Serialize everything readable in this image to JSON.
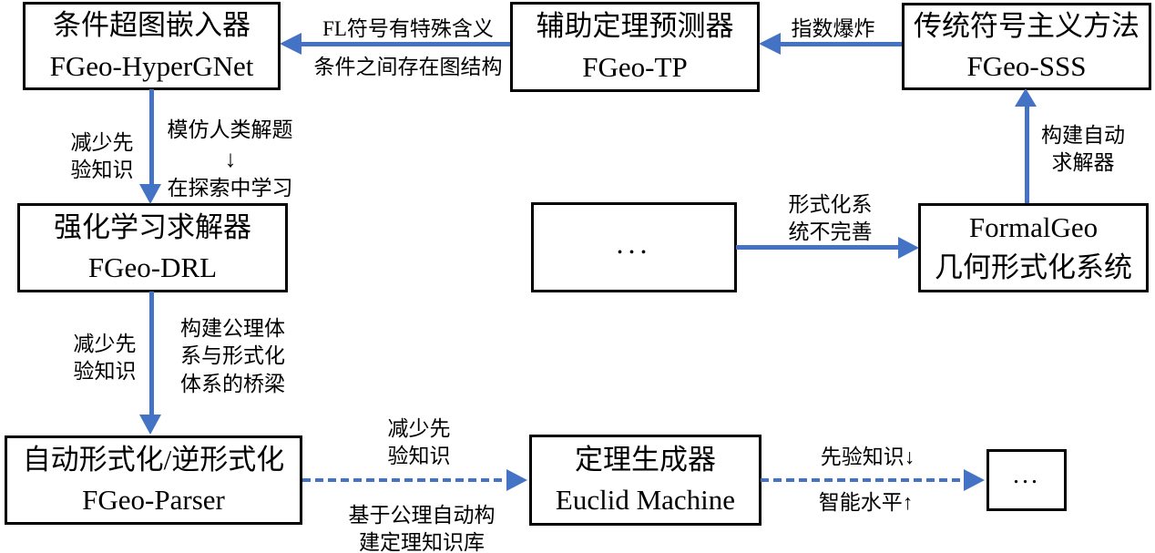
{
  "colors": {
    "accent_blue": "#4472C4",
    "box_border": "#000000",
    "background": "#FFFFFF",
    "text": "#000000"
  },
  "boxes": {
    "hypergnet": {
      "title": "条件超图嵌入器",
      "subtitle": "FGeo-HyperGNet"
    },
    "tp": {
      "title": "辅助定理预测器",
      "subtitle": "FGeo-TP"
    },
    "sss": {
      "title": "传统符号主义方法",
      "subtitle": "FGeo-SSS"
    },
    "drl": {
      "title": "强化学习求解器",
      "subtitle": "FGeo-DRL"
    },
    "ellipsis_mid": {
      "title": "..."
    },
    "formalgeo": {
      "title": "FormalGeo",
      "subtitle": "几何形式化系统"
    },
    "parser": {
      "title": "自动形式化/逆形式化",
      "subtitle": "FGeo-Parser"
    },
    "euclid": {
      "title": "定理生成器",
      "subtitle": "Euclid Machine"
    },
    "ellipsis_end": {
      "title": "..."
    }
  },
  "edge_labels": {
    "fl_symbols_meaning": "FL符号有特殊含义",
    "graph_structure": "条件之间存在图结构",
    "exponential_explosion": "指数爆炸",
    "reduce_prior_knowledge_1": "减少先\n验知识",
    "imitate_human": "模仿人类解题",
    "imitate_down_arrow": "↓",
    "learn_in_exploration": "在探索中学习",
    "build_auto_solver": "构建自动\n求解器",
    "formal_system_imperfect": "形式化系\n统不完善",
    "reduce_prior_knowledge_2": "减少先\n验知识",
    "bridge_axiom_formal": "构建公理体\n系与形式化\n体系的桥梁",
    "reduce_prior_knowledge_3": "减少先\n验知识",
    "axiom_theorem_kb": "基于公理自动构\n建定理知识库",
    "prior_knowledge_down": "先验知识↓",
    "intelligence_up": "智能水平↑"
  }
}
